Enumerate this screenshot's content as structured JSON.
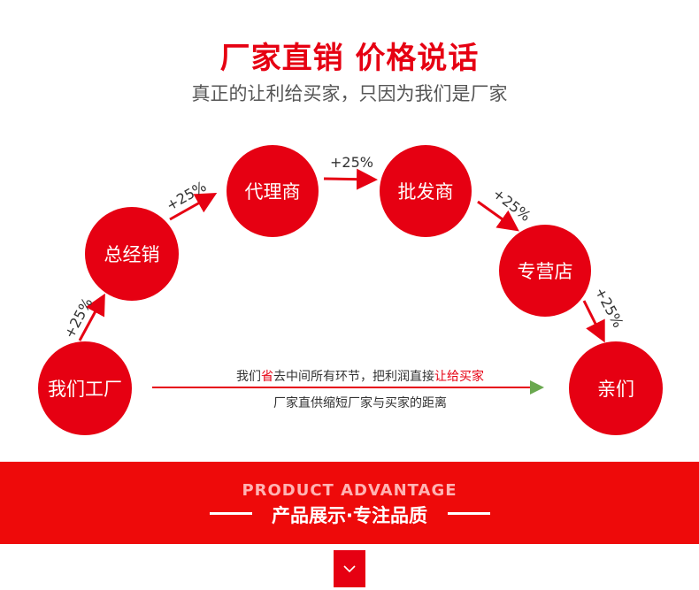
{
  "header": {
    "title": "厂家直销 价格说话",
    "subtitle": "真正的让利给买家，只因为我们是厂家"
  },
  "flow": {
    "nodes": {
      "factory": "我们工厂",
      "distributor": "总经销",
      "agent": "代理商",
      "wholesaler": "批发商",
      "store": "专营店",
      "customer": "亲们"
    },
    "markup_label": "+25%",
    "note": {
      "part1": "我们",
      "part2": "省",
      "part3": "去中间所有环节，把利润直接",
      "part4": "让给买家",
      "line2": "厂家直供缩短厂家与买家的距离"
    }
  },
  "banner": {
    "english": "PRODUCT ADVANTAGE",
    "chinese": "产品展示·专注品质"
  },
  "colors": {
    "brand_red": "#e60012",
    "arrow_green": "#6aa84f"
  },
  "icons": {
    "scroll_down": "chevron-down-icon"
  }
}
